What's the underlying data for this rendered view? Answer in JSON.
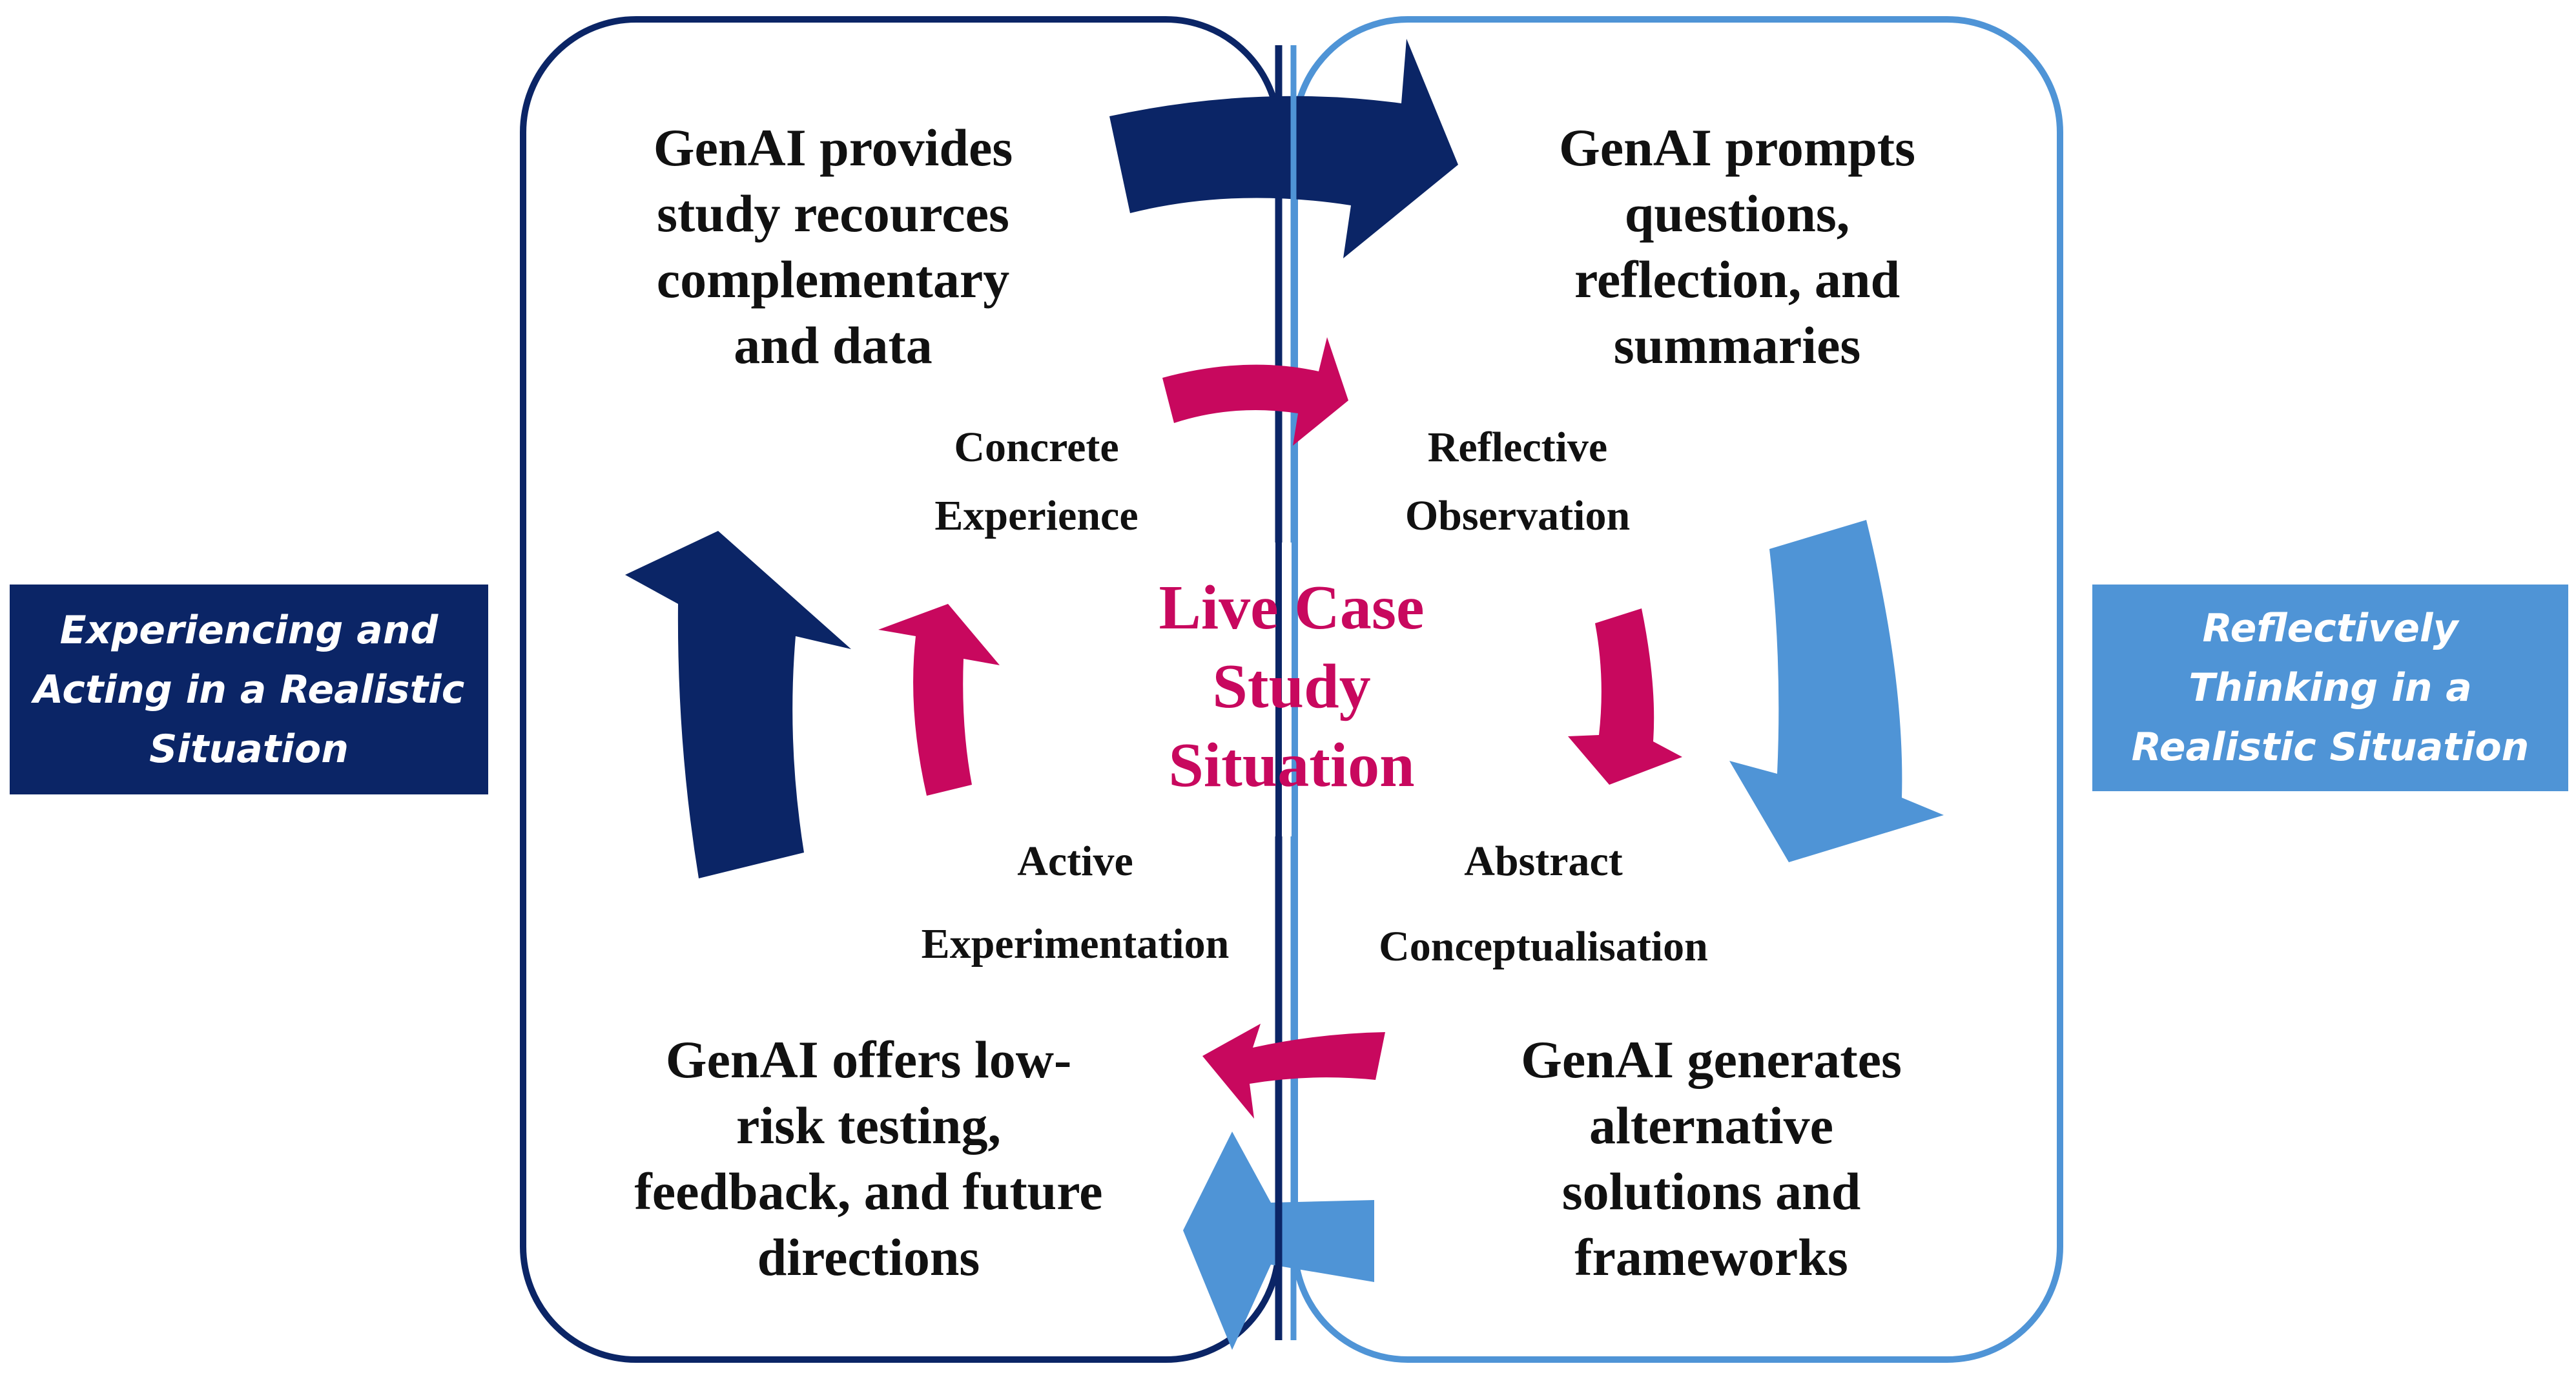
{
  "colors": {
    "dark_navy": "#0b2566",
    "light_blue": "#4f94d6",
    "magenta": "#c8085e",
    "text": "#111111",
    "background": "#ffffff"
  },
  "side_labels": {
    "left": "Experiencing and\nActing in a\nRealistic Situation",
    "right": "Reflectively\nThinking in a\nRealistic Situation"
  },
  "center": {
    "title": "Live Case\nStudy\nSituation"
  },
  "stages": {
    "concrete_experience": "Concrete\nExperience",
    "reflective_observation": "Reflective\nObservation",
    "abstract_conceptualisation": "Abstract\nConceptualisation",
    "active_experimentation": "Active\nExperimentation"
  },
  "genai": {
    "provides": "GenAI provides\nstudy recources\ncomplementary\nand data",
    "prompts": "GenAI prompts\nquestions,\nreflection, and\nsummaries",
    "generates": "GenAI generates\nalternative\nsolutions and\nframeworks",
    "offers": "GenAI offers low-\nrisk testing,\nfeedback, and future\ndirections"
  }
}
